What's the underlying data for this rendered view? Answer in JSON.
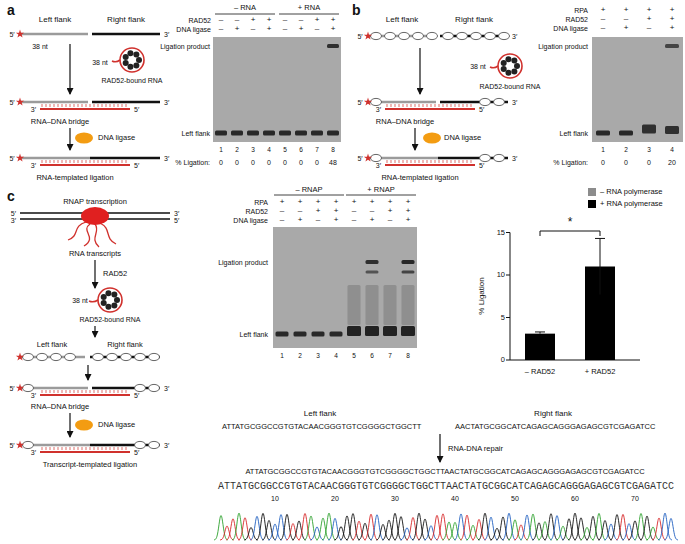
{
  "diagram": {
    "labels": [
      "a",
      "Left flank",
      "Right flank",
      "5′",
      "3′",
      "38 nt",
      "38 nt",
      "RAD52-bound RNA",
      "5′",
      "3′",
      "3′",
      "5′",
      "RNA–DNA bridge",
      "DNA ligase",
      "5′",
      "3′",
      "3′",
      "5′",
      "RNA-templated ligation",
      "– RNA",
      "+ RNA",
      "RAD52",
      "DNA ligase",
      "–",
      "–",
      "+",
      "+",
      "–",
      "–",
      "+",
      "+",
      "–",
      "+",
      "–",
      "+",
      "–",
      "+",
      "–",
      "+",
      "Ligation product",
      "Left flank",
      "1",
      "2",
      "3",
      "4",
      "5",
      "6",
      "7",
      "8",
      "% Ligation:",
      "0",
      "0",
      "0",
      "0",
      "0",
      "0",
      "0",
      "48",
      "b",
      "Left flank",
      "Right flank",
      "5′",
      "3′",
      "38 nt",
      "RAD52-bound RNA",
      "5′",
      "3′",
      "3′",
      "5′",
      "RNA–DNA bridge",
      "DNA ligase",
      "5′",
      "3′",
      "3′",
      "5′",
      "RNA-templated ligation",
      "RPA",
      "RAD52",
      "DNA ligase",
      "+",
      "+",
      "+",
      "+",
      "–",
      "–",
      "+",
      "+",
      "–",
      "+",
      "–",
      "+",
      "Ligation product",
      "Left flank",
      "1",
      "2",
      "3",
      "4",
      "% Ligation:",
      "0",
      "0",
      "0",
      "20",
      "c",
      "RNAP transcription",
      "5′",
      "3′",
      "3′",
      "5′",
      "RNA transcripts",
      "RAD52",
      "38 nt",
      "RAD52-bound RNA",
      "Left flank",
      "Right flank",
      "5′",
      "3′",
      "3′",
      "5′",
      "RNA–DNA bridge",
      "DNA ligase",
      "5′",
      "3′",
      "3′",
      "5′",
      "Transcript-templated ligation",
      "– RNAP",
      "+ RNAP",
      "RPA",
      "RAD52",
      "DNA ligase",
      "+",
      "+",
      "+",
      "+",
      "+",
      "+",
      "+",
      "+",
      "–",
      "–",
      "+",
      "+",
      "–",
      "–",
      "+",
      "+",
      "–",
      "+",
      "–",
      "+",
      "–",
      "+",
      "–",
      "+",
      "Ligation product",
      "Left flank",
      "1",
      "2",
      "3",
      "4",
      "5",
      "6",
      "7",
      "8",
      "% Ligation",
      "0",
      "5",
      "10",
      "15",
      "*",
      "– RAD52",
      "+ RAD52",
      "Left flank",
      "Right flank",
      "ATTATGCGGCCGTGTACAACGGGTGTCGGGGCTGGCTT",
      "AACTATGCGGCATCAGAGCAGGGAGAGCGTCGAGATCC",
      "RNA-DNA repair",
      "ATTATGCGGCCGTGTACAACGGGTGTCGGGGCTGGCTTAACTATGCGGCATCAGAGCAGGGAGAGCGTCGAGATCC",
      "ATTATGCGGCCGTGTACAACGGGTGTCGGGGCTGGCTTAACTATGCGGCATCAGAGCAGGGAGAGCGTCGAGATCC",
      "10",
      "20",
      "30",
      "40",
      "50",
      "60",
      "70"
    ],
    "legend": [
      {
        "text": "– RNA polymerase",
        "color": "#8c8c8c"
      },
      {
        "text": "+ RNA polymerase",
        "color": "#000000"
      }
    ]
  }
}
